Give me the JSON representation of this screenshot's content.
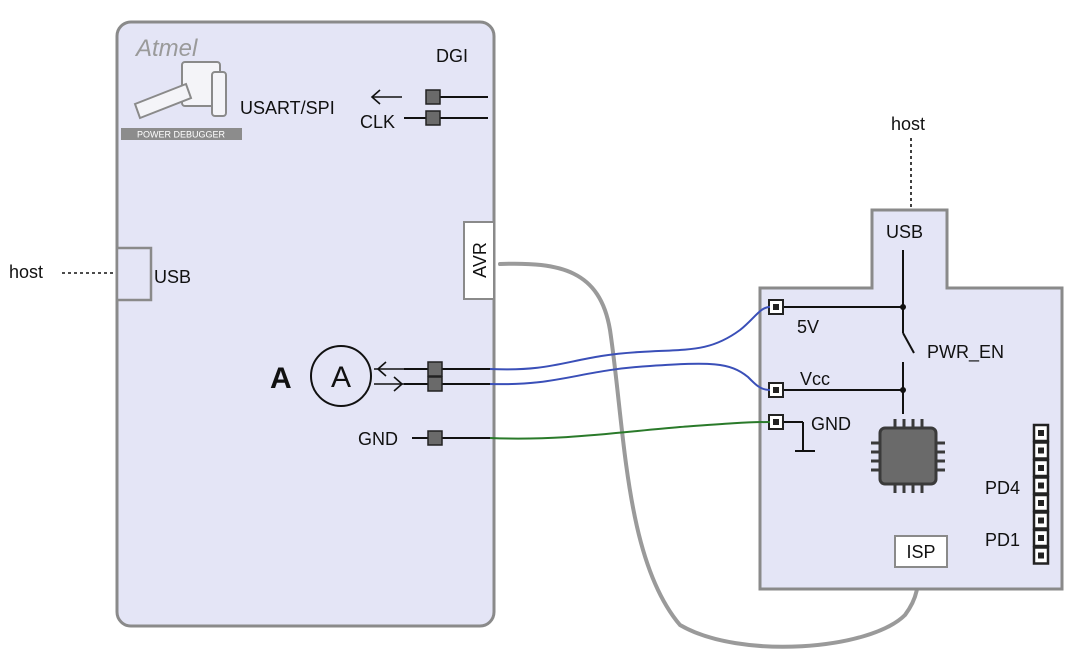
{
  "debugger": {
    "brand": "Atmel",
    "product": "POWER DEBUGGER",
    "dgi_label": "DGI",
    "usart_spi_label": "USART/SPI",
    "clk_label": "CLK",
    "usb_label": "USB",
    "avr_label": "AVR",
    "ammeter_channel": "A",
    "ammeter_symbol": "A",
    "gnd_label": "GND"
  },
  "host_left_label": "host",
  "host_right_label": "host",
  "target": {
    "usb_label": "USB",
    "v5_label": "5V",
    "pwr_en_label": "PWR_EN",
    "vcc_label": "Vcc",
    "gnd_label": "GND",
    "pd4_label": "PD4",
    "pd1_label": "PD1",
    "isp_label": "ISP"
  },
  "colors": {
    "board_fill": "#e4e5f6",
    "board_stroke": "#8a8a8a",
    "power_wire": "#3a4fb8",
    "gnd_wire": "#2a7a2a",
    "isp_cable": "#9a9a9a",
    "chip": "#6a6a6a"
  }
}
